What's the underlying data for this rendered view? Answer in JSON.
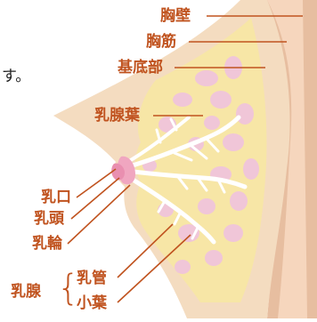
{
  "colors": {
    "label": "#c0531f",
    "leader": "#c0531f",
    "skin": "#f4dcc0",
    "tissue": "#f7e6a6",
    "lobule": "#f0c6d8",
    "duct": "#ffffff",
    "nipple": "#e98fb0",
    "wall": "#e7bea0"
  },
  "text_fragment": "す。",
  "labels": {
    "chest_wall": "胸壁",
    "pectoral_muscle": "胸筋",
    "base": "基底部",
    "mammary_lobe": "乳腺葉",
    "nipple_opening": "乳口",
    "nipple": "乳頭",
    "areola": "乳輪",
    "mammary_gland": "乳腺",
    "duct": "乳管",
    "lobule": "小葉"
  }
}
